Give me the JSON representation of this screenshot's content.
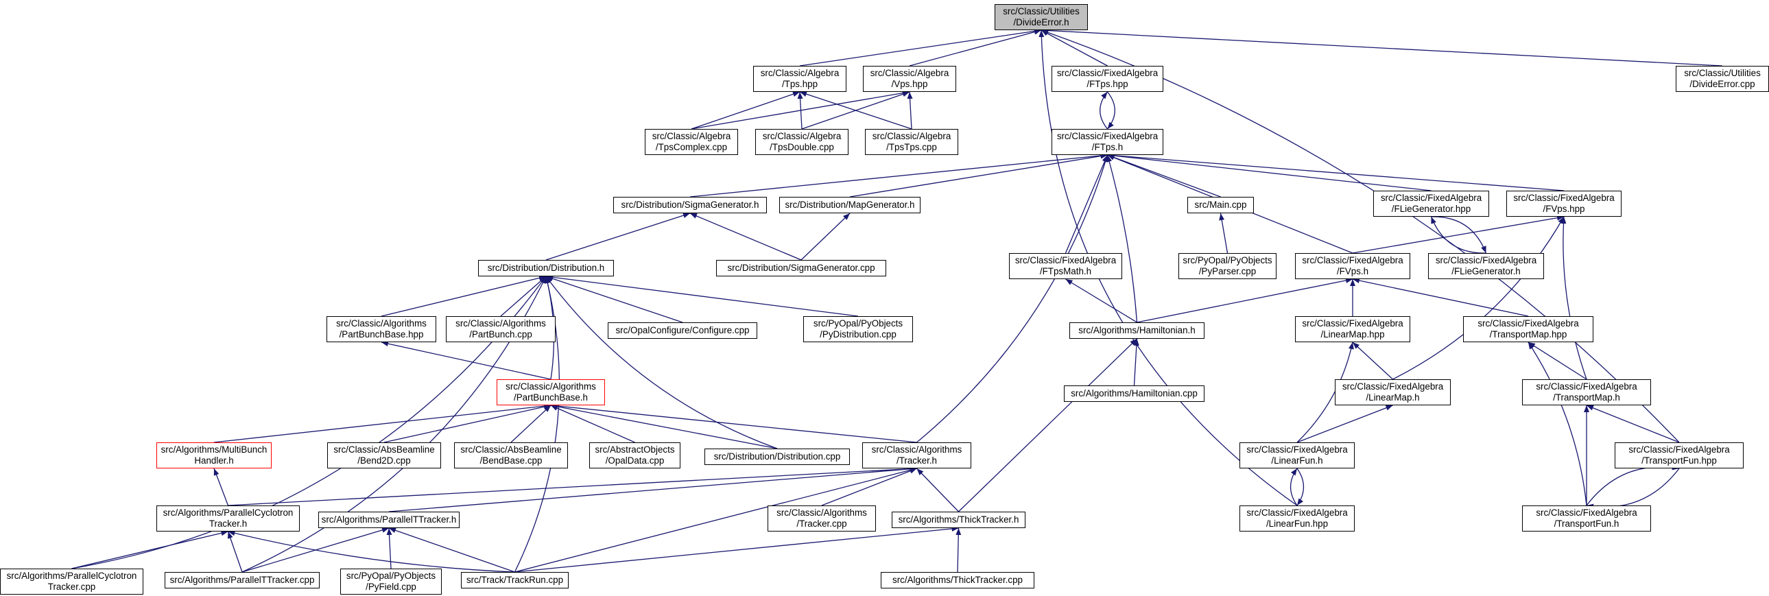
{
  "colors": {
    "edge": "#191970",
    "border": "#000000",
    "root_fill": "#bfbfbf",
    "truncated_border": "#ff0000",
    "background": "#ffffff"
  },
  "nodes": [
    {
      "id": "divideerror_h",
      "lines": [
        "src/Classic/Utilities",
        "/DivideError.h"
      ],
      "root": true
    },
    {
      "id": "tps_hpp",
      "lines": [
        "src/Classic/Algebra",
        "/Tps.hpp"
      ]
    },
    {
      "id": "vps_hpp",
      "lines": [
        "src/Classic/Algebra",
        "/Vps.hpp"
      ]
    },
    {
      "id": "ftps_hpp",
      "lines": [
        "src/Classic/FixedAlgebra",
        "/FTps.hpp"
      ]
    },
    {
      "id": "divideerror_cpp",
      "lines": [
        "src/Classic/Utilities",
        "/DivideError.cpp"
      ]
    },
    {
      "id": "tpscomplex_cpp",
      "lines": [
        "src/Classic/Algebra",
        "/TpsComplex.cpp"
      ]
    },
    {
      "id": "tpsdouble_cpp",
      "lines": [
        "src/Classic/Algebra",
        "/TpsDouble.cpp"
      ]
    },
    {
      "id": "tpstps_cpp",
      "lines": [
        "src/Classic/Algebra",
        "/TpsTps.cpp"
      ]
    },
    {
      "id": "ftps_h",
      "lines": [
        "src/Classic/FixedAlgebra",
        "/FTps.h"
      ]
    },
    {
      "id": "sigmagen_h",
      "lines": [
        "src/Distribution/SigmaGenerator.h"
      ]
    },
    {
      "id": "mapgen_h",
      "lines": [
        "src/Distribution/MapGenerator.h"
      ]
    },
    {
      "id": "main_cpp",
      "lines": [
        "src/Main.cpp"
      ]
    },
    {
      "id": "fliegen_hpp",
      "lines": [
        "src/Classic/FixedAlgebra",
        "/FLieGenerator.hpp"
      ]
    },
    {
      "id": "fvps_hpp",
      "lines": [
        "src/Classic/FixedAlgebra",
        "/FVps.hpp"
      ]
    },
    {
      "id": "distribution_h",
      "lines": [
        "src/Distribution/Distribution.h"
      ]
    },
    {
      "id": "sigmagen_cpp",
      "lines": [
        "src/Distribution/SigmaGenerator.cpp"
      ]
    },
    {
      "id": "ftpsmath_h",
      "lines": [
        "src/Classic/FixedAlgebra",
        "/FTpsMath.h"
      ]
    },
    {
      "id": "pyparser_cpp",
      "lines": [
        "src/PyOpal/PyObjects",
        "/PyParser.cpp"
      ]
    },
    {
      "id": "fvps_h",
      "lines": [
        "src/Classic/FixedAlgebra",
        "/FVps.h"
      ]
    },
    {
      "id": "fliegen_h",
      "lines": [
        "src/Classic/FixedAlgebra",
        "/FLieGenerator.h"
      ]
    },
    {
      "id": "partbunchbase_hpp",
      "lines": [
        "src/Classic/Algorithms",
        "/PartBunchBase.hpp"
      ]
    },
    {
      "id": "partbunch_cpp",
      "lines": [
        "src/Classic/Algorithms",
        "/PartBunch.cpp"
      ]
    },
    {
      "id": "configure_cpp",
      "lines": [
        "src/OpalConfigure/Configure.cpp"
      ]
    },
    {
      "id": "pydistribution_cpp",
      "lines": [
        "src/PyOpal/PyObjects",
        "/PyDistribution.cpp"
      ]
    },
    {
      "id": "hamiltonian_h",
      "lines": [
        "src/Algorithms/Hamiltonian.h"
      ]
    },
    {
      "id": "linearmap_hpp",
      "lines": [
        "src/Classic/FixedAlgebra",
        "/LinearMap.hpp"
      ]
    },
    {
      "id": "transportmap_hpp",
      "lines": [
        "src/Classic/FixedAlgebra",
        "/TransportMap.hpp"
      ]
    },
    {
      "id": "partbunchbase_h",
      "lines": [
        "src/Classic/Algorithms",
        "/PartBunchBase.h"
      ],
      "truncated": true
    },
    {
      "id": "hamiltonian_cpp",
      "lines": [
        "src/Algorithms/Hamiltonian.cpp"
      ]
    },
    {
      "id": "linearmap_h",
      "lines": [
        "src/Classic/FixedAlgebra",
        "/LinearMap.h"
      ]
    },
    {
      "id": "transportmap_h",
      "lines": [
        "src/Classic/FixedAlgebra",
        "/TransportMap.h"
      ]
    },
    {
      "id": "multibunch_h",
      "lines": [
        "src/Algorithms/MultiBunch",
        "Handler.h"
      ],
      "truncated": true
    },
    {
      "id": "bend2d_cpp",
      "lines": [
        "src/Classic/AbsBeamline",
        "/Bend2D.cpp"
      ]
    },
    {
      "id": "bendbase_cpp",
      "lines": [
        "src/Classic/AbsBeamline",
        "/BendBase.cpp"
      ]
    },
    {
      "id": "opaldata_cpp",
      "lines": [
        "src/AbstractObjects",
        "/OpalData.cpp"
      ]
    },
    {
      "id": "distribution_cpp",
      "lines": [
        "src/Distribution/Distribution.cpp"
      ]
    },
    {
      "id": "tracker_h",
      "lines": [
        "src/Classic/Algorithms",
        "/Tracker.h"
      ]
    },
    {
      "id": "linearfun_h",
      "lines": [
        "src/Classic/FixedAlgebra",
        "/LinearFun.h"
      ]
    },
    {
      "id": "transportfun_hpp",
      "lines": [
        "src/Classic/FixedAlgebra",
        "/TransportFun.hpp"
      ]
    },
    {
      "id": "parallelcyclotron_h",
      "lines": [
        "src/Algorithms/ParallelCyclotron",
        "Tracker.h"
      ]
    },
    {
      "id": "parallelttracker_h",
      "lines": [
        "src/Algorithms/ParallelTTracker.h"
      ]
    },
    {
      "id": "tracker_cpp",
      "lines": [
        "src/Classic/Algorithms",
        "/Tracker.cpp"
      ]
    },
    {
      "id": "thicktracker_h",
      "lines": [
        "src/Algorithms/ThickTracker.h"
      ]
    },
    {
      "id": "linearfun_hpp",
      "lines": [
        "src/Classic/FixedAlgebra",
        "/LinearFun.hpp"
      ]
    },
    {
      "id": "transportfun_h",
      "lines": [
        "src/Classic/FixedAlgebra",
        "/TransportFun.h"
      ]
    },
    {
      "id": "parallelcyclotron_cpp",
      "lines": [
        "src/Algorithms/ParallelCyclotron",
        "Tracker.cpp"
      ]
    },
    {
      "id": "parallelttracker_cpp",
      "lines": [
        "src/Algorithms/ParallelTTracker.cpp"
      ]
    },
    {
      "id": "pyfield_cpp",
      "lines": [
        "src/PyOpal/PyObjects",
        "/PyField.cpp"
      ]
    },
    {
      "id": "trackrun_cpp",
      "lines": [
        "src/Track/TrackRun.cpp"
      ]
    },
    {
      "id": "thicktracker_cpp",
      "lines": [
        "src/Algorithms/ThickTracker.cpp"
      ]
    }
  ],
  "edges": [
    [
      "tps_hpp",
      "divideerror_h"
    ],
    [
      "vps_hpp",
      "divideerror_h"
    ],
    [
      "ftps_hpp",
      "divideerror_h"
    ],
    [
      "divideerror_cpp",
      "divideerror_h"
    ],
    [
      "linearfun_hpp",
      "divideerror_h"
    ],
    [
      "transportfun_hpp",
      "divideerror_h"
    ],
    [
      "tpscomplex_cpp",
      "tps_hpp"
    ],
    [
      "tpsdouble_cpp",
      "tps_hpp"
    ],
    [
      "tpstps_cpp",
      "tps_hpp"
    ],
    [
      "tpscomplex_cpp",
      "vps_hpp"
    ],
    [
      "tpsdouble_cpp",
      "vps_hpp"
    ],
    [
      "tpstps_cpp",
      "vps_hpp"
    ],
    [
      "ftps_h",
      "ftps_hpp"
    ],
    [
      "ftps_hpp",
      "ftps_h"
    ],
    [
      "sigmagen_h",
      "ftps_h"
    ],
    [
      "mapgen_h",
      "ftps_h"
    ],
    [
      "main_cpp",
      "ftps_h"
    ],
    [
      "fliegen_hpp",
      "ftps_h"
    ],
    [
      "fvps_hpp",
      "ftps_h"
    ],
    [
      "ftpsmath_h",
      "ftps_h"
    ],
    [
      "fvps_h",
      "ftps_h"
    ],
    [
      "hamiltonian_h",
      "ftps_h"
    ],
    [
      "tracker_h",
      "ftps_h"
    ],
    [
      "distribution_h",
      "sigmagen_h"
    ],
    [
      "sigmagen_cpp",
      "sigmagen_h"
    ],
    [
      "sigmagen_cpp",
      "mapgen_h"
    ],
    [
      "pyparser_cpp",
      "main_cpp"
    ],
    [
      "fliegen_h",
      "fliegen_hpp"
    ],
    [
      "fliegen_hpp",
      "fliegen_h"
    ],
    [
      "fvps_h",
      "fvps_hpp"
    ],
    [
      "linearmap_h",
      "fvps_hpp"
    ],
    [
      "transportmap_h",
      "fvps_hpp"
    ],
    [
      "hamiltonian_h",
      "ftpsmath_h"
    ],
    [
      "hamiltonian_h",
      "fvps_h"
    ],
    [
      "linearmap_hpp",
      "fvps_h"
    ],
    [
      "transportmap_hpp",
      "fvps_h"
    ],
    [
      "partbunchbase_hpp",
      "distribution_h"
    ],
    [
      "partbunch_cpp",
      "distribution_h"
    ],
    [
      "configure_cpp",
      "distribution_h"
    ],
    [
      "pydistribution_cpp",
      "distribution_h"
    ],
    [
      "partbunchbase_h",
      "distribution_h"
    ],
    [
      "distribution_cpp",
      "distribution_h"
    ],
    [
      "parallelcyclotron_cpp",
      "distribution_h"
    ],
    [
      "parallelttracker_cpp",
      "distribution_h"
    ],
    [
      "trackrun_cpp",
      "distribution_h"
    ],
    [
      "partbunchbase_h",
      "partbunchbase_hpp"
    ],
    [
      "multibunch_h",
      "partbunchbase_h"
    ],
    [
      "bend2d_cpp",
      "partbunchbase_h"
    ],
    [
      "bendbase_cpp",
      "partbunchbase_h"
    ],
    [
      "opaldata_cpp",
      "partbunchbase_h"
    ],
    [
      "distribution_cpp",
      "partbunchbase_h"
    ],
    [
      "tracker_h",
      "partbunchbase_h"
    ],
    [
      "hamiltonian_cpp",
      "hamiltonian_h"
    ],
    [
      "thicktracker_h",
      "hamiltonian_h"
    ],
    [
      "linearmap_h",
      "linearmap_hpp"
    ],
    [
      "linearfun_h",
      "linearmap_hpp"
    ],
    [
      "transportmap_h",
      "transportmap_hpp"
    ],
    [
      "transportfun_h",
      "transportmap_hpp"
    ],
    [
      "linearfun_h",
      "linearmap_h"
    ],
    [
      "transportfun_hpp",
      "transportmap_h"
    ],
    [
      "transportfun_h",
      "transportmap_h"
    ],
    [
      "parallelcyclotron_h",
      "multibunch_h"
    ],
    [
      "parallelcyclotron_h",
      "tracker_h"
    ],
    [
      "parallelttracker_h",
      "tracker_h"
    ],
    [
      "tracker_cpp",
      "tracker_h"
    ],
    [
      "thicktracker_h",
      "tracker_h"
    ],
    [
      "trackrun_cpp",
      "tracker_h"
    ],
    [
      "linearfun_hpp",
      "linearfun_h"
    ],
    [
      "linearfun_h",
      "linearfun_hpp"
    ],
    [
      "transportfun_h",
      "transportfun_hpp"
    ],
    [
      "transportfun_hpp",
      "transportfun_h"
    ],
    [
      "parallelcyclotron_cpp",
      "parallelcyclotron_h"
    ],
    [
      "parallelttracker_cpp",
      "parallelcyclotron_h"
    ],
    [
      "trackrun_cpp",
      "parallelcyclotron_h"
    ],
    [
      "parallelttracker_cpp",
      "parallelttracker_h"
    ],
    [
      "pyfield_cpp",
      "parallelttracker_h"
    ],
    [
      "trackrun_cpp",
      "parallelttracker_h"
    ],
    [
      "trackrun_cpp",
      "thicktracker_h"
    ],
    [
      "thicktracker_cpp",
      "thicktracker_h"
    ]
  ]
}
